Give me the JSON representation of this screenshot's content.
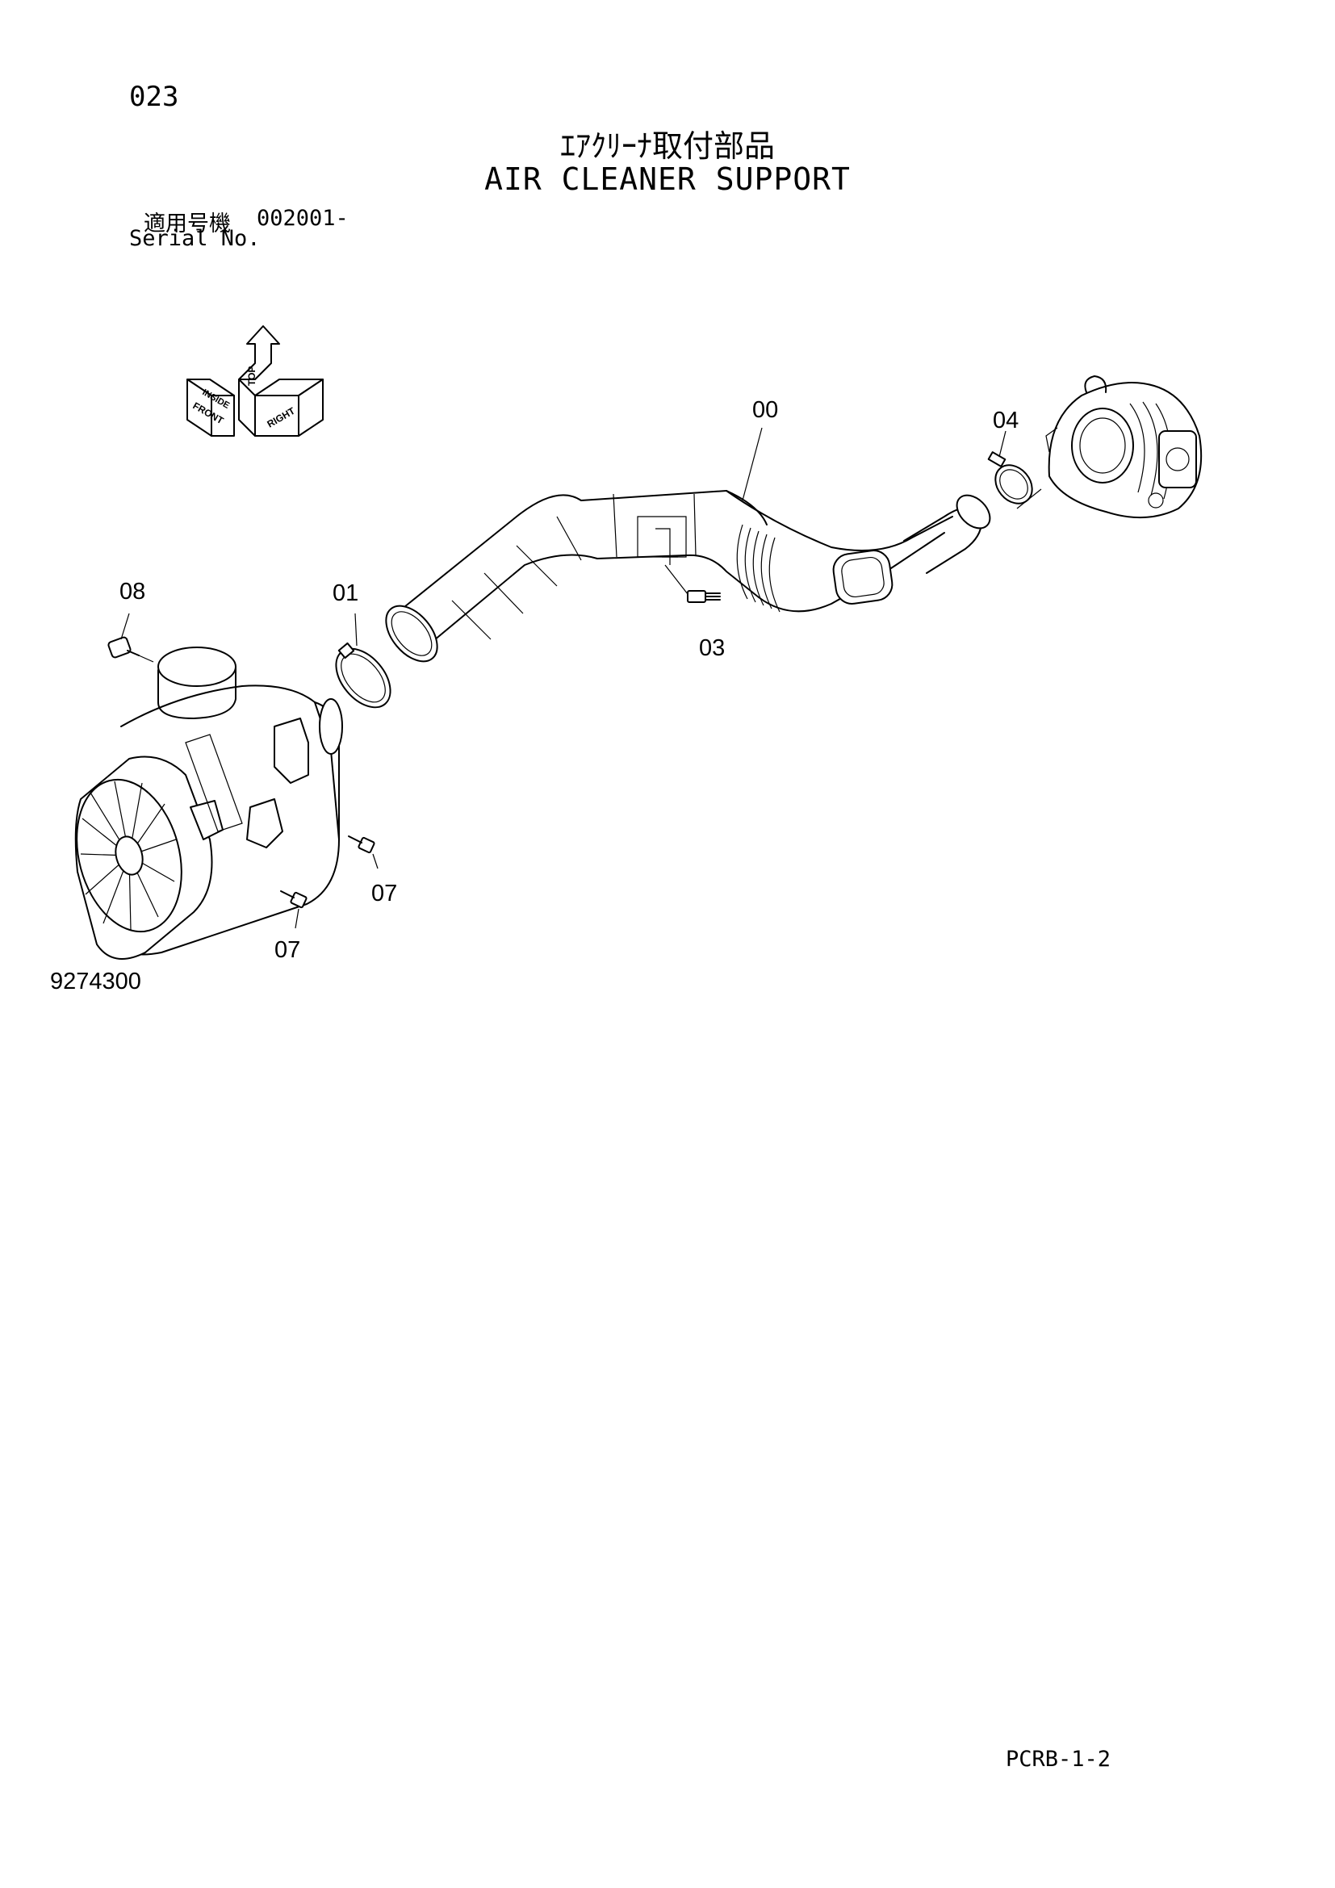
{
  "page_number": "023",
  "title": {
    "japanese": "ｴｱｸﾘｰﾅ取付部品",
    "english": "AIR CLEANER SUPPORT"
  },
  "serial": {
    "label_jp": "適用号機",
    "value": "002001-",
    "label_en": "Serial No."
  },
  "orientation_indicator": {
    "labels": [
      "TOP",
      "FRONT",
      "RIGHT",
      "INSIDE"
    ]
  },
  "callouts": [
    "00",
    "01",
    "03",
    "04",
    "07",
    "07",
    "08"
  ],
  "diagram_id": "9274300",
  "page_code": "PCRB-1-2"
}
